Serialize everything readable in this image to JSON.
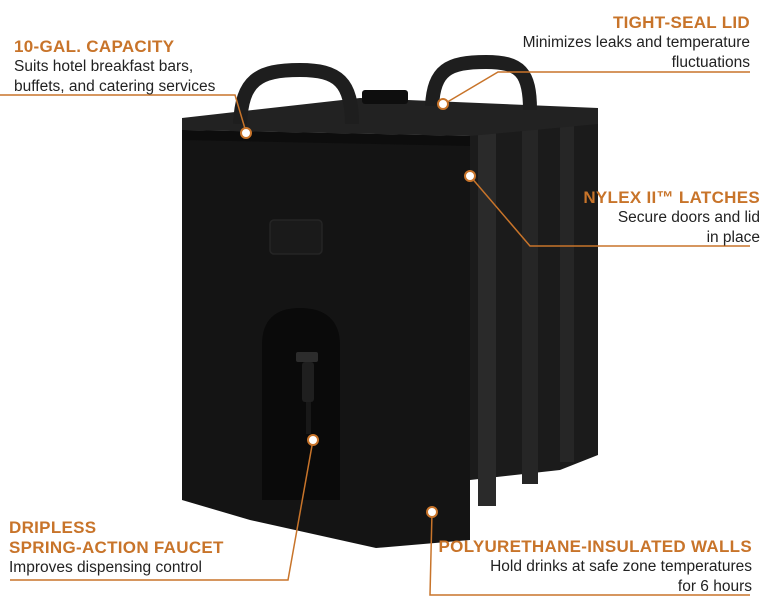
{
  "accent_color": "#c8742a",
  "callouts": {
    "capacity": {
      "title": "10-GAL. CAPACITY",
      "desc": [
        "Suits hotel breakfast bars,",
        "buffets, and catering services"
      ]
    },
    "lid": {
      "title": "TIGHT-SEAL LID",
      "desc": [
        "Minimizes leaks and temperature",
        "fluctuations"
      ]
    },
    "latches": {
      "title": "NYLEX II™ LATCHES",
      "desc": [
        "Secure doors and lid",
        "in place"
      ]
    },
    "faucet": {
      "title_lines": [
        "DRIPLESS",
        "SPRING-ACTION FAUCET"
      ],
      "desc": [
        "Improves dispensing control"
      ]
    },
    "walls": {
      "title": "POLYURETHANE-INSULATED WALLS",
      "desc": [
        "Hold drinks at safe zone temperatures",
        "for 6 hours"
      ]
    }
  }
}
